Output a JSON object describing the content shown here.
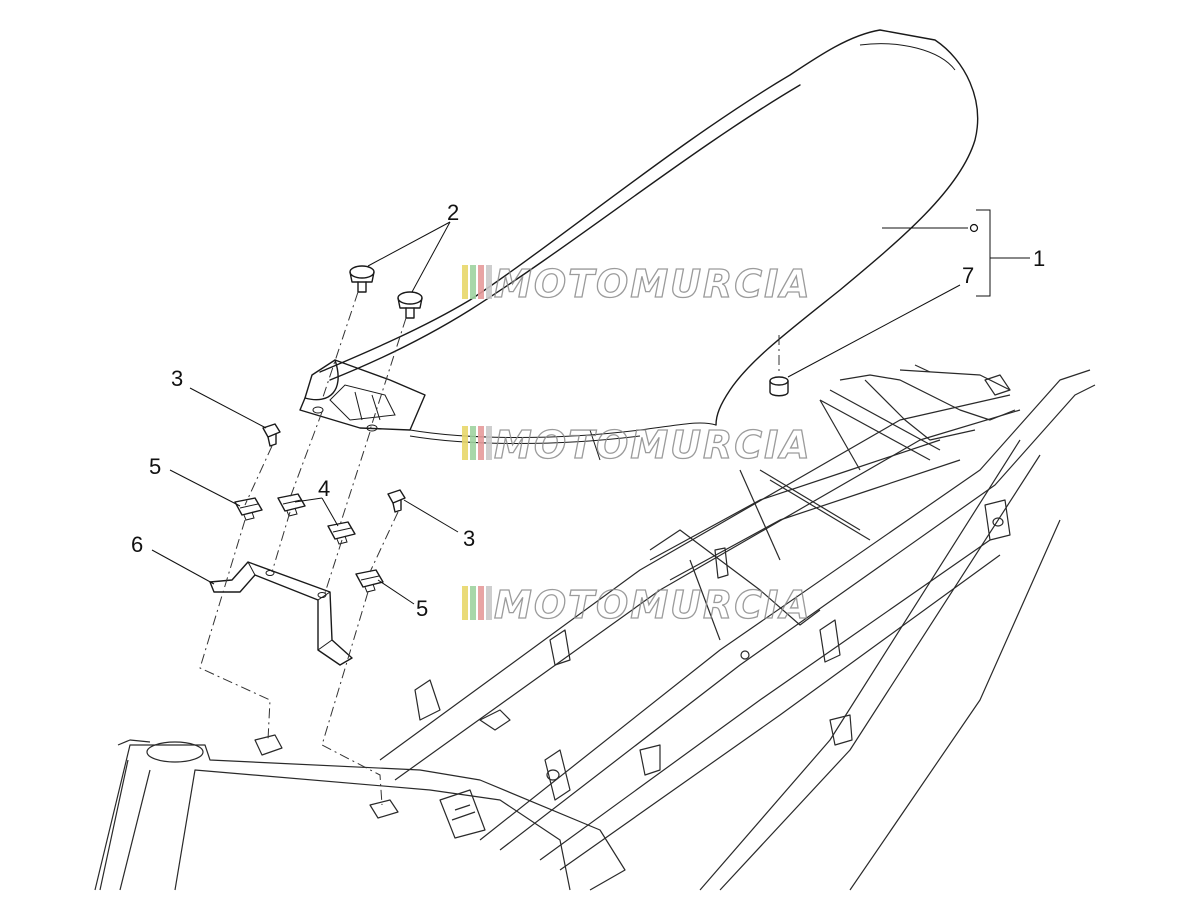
{
  "diagram": {
    "callouts": [
      {
        "id": "1",
        "label": "1"
      },
      {
        "id": "2",
        "label": "2"
      },
      {
        "id": "3a",
        "label": "3"
      },
      {
        "id": "3b",
        "label": "3"
      },
      {
        "id": "4",
        "label": "4"
      },
      {
        "id": "5a",
        "label": "5"
      },
      {
        "id": "5b",
        "label": "5"
      },
      {
        "id": "6",
        "label": "6"
      },
      {
        "id": "7",
        "label": "7"
      }
    ],
    "watermark": {
      "text": "MOTOMURCIA",
      "stripe_colors": [
        "#e8d76a",
        "#9fd3a0",
        "#e59a9a",
        "#c9c9c9"
      ]
    }
  }
}
